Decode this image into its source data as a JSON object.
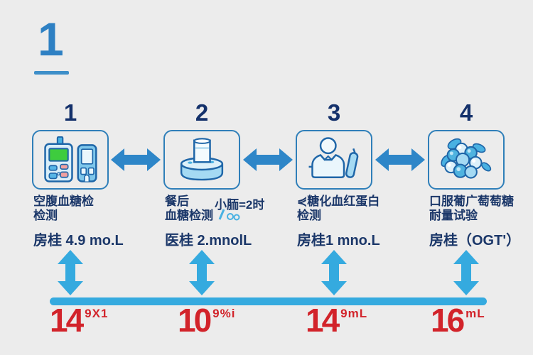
{
  "badge": {
    "number": "1"
  },
  "steps": [
    {
      "number": "1",
      "icon": "glucose-meter-devices",
      "title_line1": "空腹血糖检",
      "title_line2": "检测",
      "value": "房桂 4.9 mo.L"
    },
    {
      "number": "2",
      "icon": "sample-cup-container",
      "title_line1": "餐后",
      "title_line1_right": "小胹=2时",
      "title_line2": "血糖检测",
      "value": "医桂 2.mnolL"
    },
    {
      "number": "3",
      "icon": "person-with-pen",
      "title_line1": "⋞糖化血红蛋白",
      "title_line2": "检测",
      "value": "房桂1 mno.L"
    },
    {
      "number": "4",
      "icon": "grapes-cluster",
      "title_line1": "口服葡广萄萄糖",
      "title_line2": "耐量试验",
      "value": "房桂（OGT'）"
    }
  ],
  "timeline": {
    "labels": [
      {
        "value": "14",
        "sup": "9X1"
      },
      {
        "value": "10",
        "sup": "9%i"
      },
      {
        "value": "14",
        "sup": "9mL"
      },
      {
        "value": "16",
        "sup": "mL"
      }
    ]
  },
  "colors": {
    "background": "#ECECEC",
    "navy_text": "#1B3769",
    "step_number_navy": "#14316B",
    "badge_blue": "#2E80C3",
    "box_border_blue": "#2F7FB9",
    "horizontal_arrow_blue": "#2E86C8",
    "cyan_arrow_bar": "#35AADF",
    "red_label": "#D2232A",
    "icon_stroke": "#1F66A8",
    "icon_green_screen": "#3ECC3E"
  }
}
